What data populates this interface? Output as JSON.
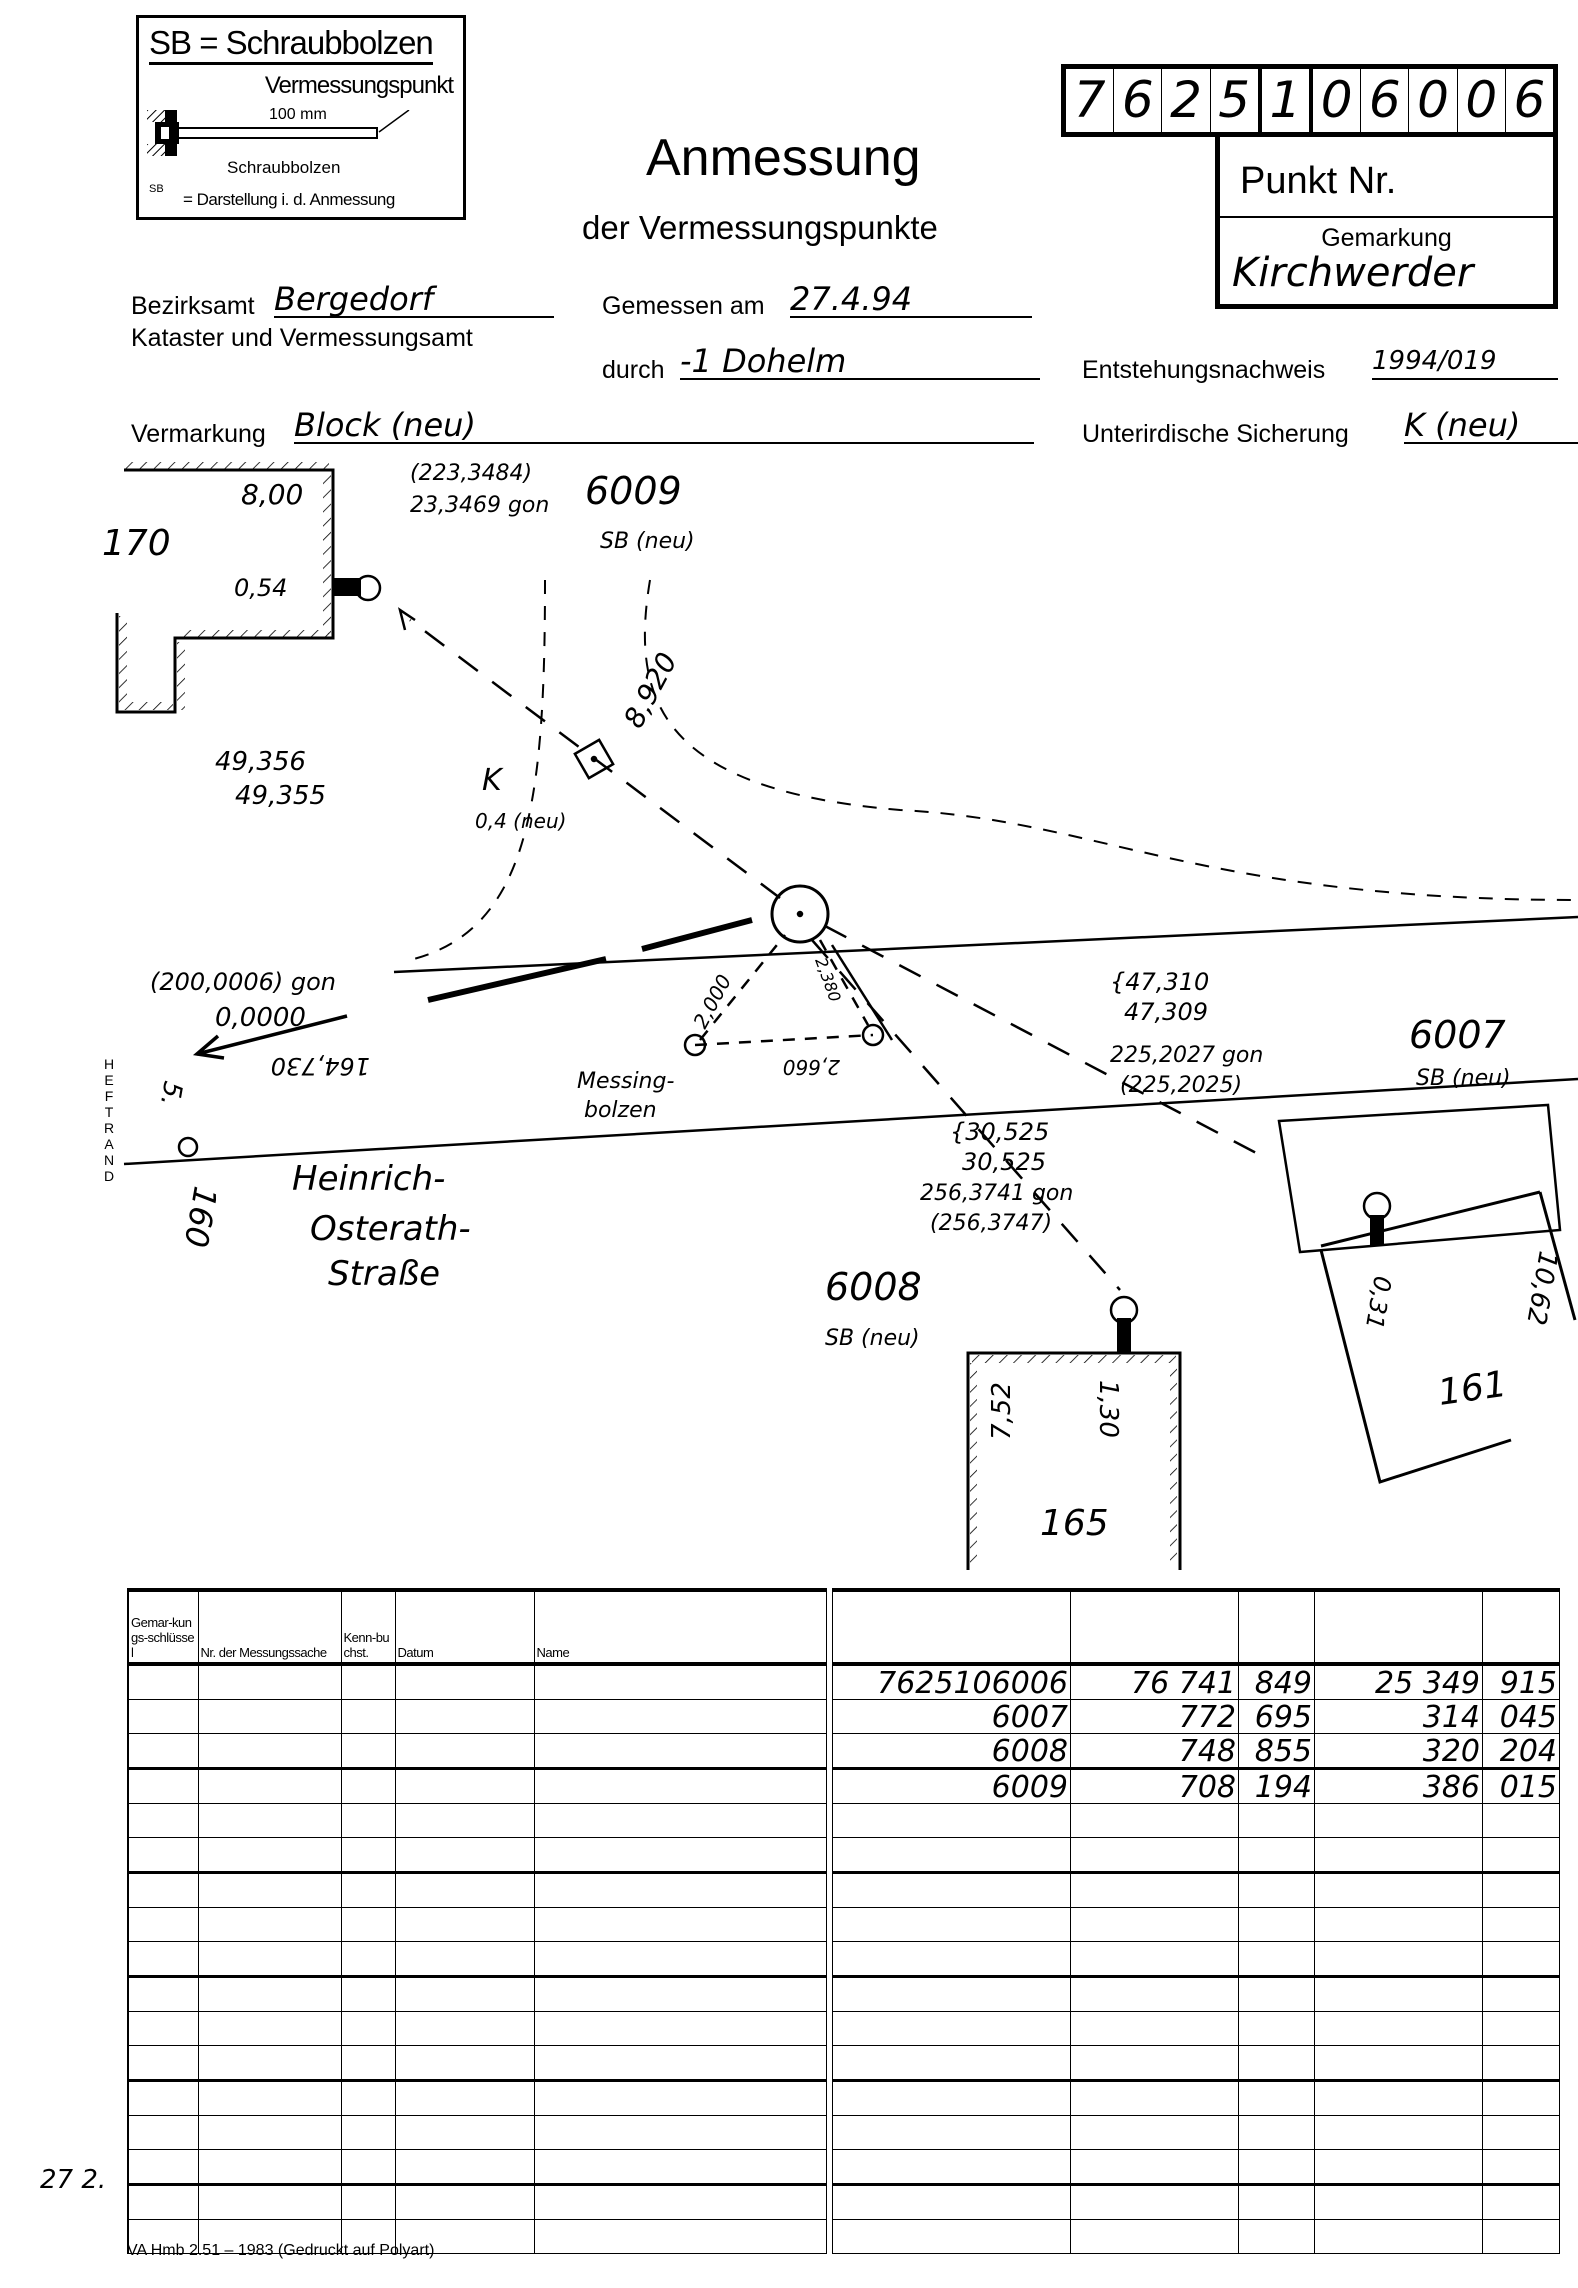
{
  "legend": {
    "title": "SB = Schraubbolzen",
    "vermessungspunkt": "Vermessungspunkt",
    "length": "100 mm",
    "schraubbolzen": "Schraubbolzen",
    "symbol_sb": "SB",
    "darstellung": "= Darstellung i. d. Anmessung"
  },
  "header": {
    "title": "Anmessung",
    "subtitle": "der Vermessungspunkte",
    "point_number_digits": [
      "7",
      "6",
      "2",
      "5",
      "1",
      "0",
      "6",
      "0",
      "0",
      "6"
    ],
    "punkt_nr_label": "Punkt Nr.",
    "gemarkung_label": "Gemarkung",
    "gemarkung_value": "Kirchwerder"
  },
  "form": {
    "bezirksamt_label": "Bezirksamt",
    "bezirksamt_value": "Bergedorf",
    "kataster_label": "Kataster und Vermessungsamt",
    "gemessen_label": "Gemessen am",
    "gemessen_value": "27.4.94",
    "durch_label": "durch",
    "durch_value": "-1 Dohelm",
    "entstehung_label": "Entstehungsnachweis",
    "entstehung_value": "1994/019",
    "vermarkung_label": "Vermarkung",
    "vermarkung_value": "Block (neu)",
    "sicherung_label": "Unterirdische Sicherung",
    "sicherung_value": "K (neu)"
  },
  "sketch": {
    "building_170": "170",
    "dim_800": "8,00",
    "dim_054": "0,54",
    "p6009": "6009",
    "p6009_type": "SB (neu)",
    "angle_6009_old": "(223,3484)",
    "angle_6009": "23,3469 gon",
    "dist_8920": "8,920",
    "dist_49356": "49,356",
    "dist_49355": "49,355",
    "k_label": "K",
    "k_value": "0,4 (neu)",
    "angle_200": "(200,0006) gon",
    "angle_0": "0,0000",
    "dist_164730": "164,730",
    "dist_2000": "2,000",
    "dist_2660": "2,660",
    "dist_2380": "2,380",
    "messing_1": "Messing-",
    "messing_2": "bolzen",
    "street_1": "Heinrich-",
    "street_2": "Osterath-",
    "street_3": "Straße",
    "building_160": "160",
    "mark_5": "5.",
    "heftrand": "HEFTRAND",
    "p6007": "6007",
    "p6007_type": "SB (neu)",
    "dist_47310": "{47,310",
    "dist_47309": "47,309",
    "angle_6007": "225,2027 gon",
    "angle_6007_old": "(225,2025)",
    "p6008": "6008",
    "p6008_type": "SB (neu)",
    "dist_30525a": "{30,525",
    "dist_30525b": "30,525",
    "angle_6008": "256,3741 gon",
    "angle_6008_old": "(256,3747)",
    "dim_752": "7,52",
    "dim_130": "1,30",
    "building_165": "165",
    "dim_031": "0,31",
    "dim_1062": "10,62",
    "building_161": "161"
  },
  "left_table": {
    "headers": [
      "Gemar-kungs-schlüssel",
      "Nr. der Messungssache",
      "Kenn-buchst.",
      "Datum",
      "Name"
    ],
    "row_count": 17
  },
  "right_table": {
    "headers": [
      "",
      "",
      "",
      "",
      ""
    ],
    "rows": [
      [
        "7625106006",
        "76 741",
        "849",
        "25 349",
        "915"
      ],
      [
        "6007",
        "772",
        "695",
        "314",
        "045"
      ],
      [
        "6008",
        "748",
        "855",
        "320",
        "204"
      ],
      [
        "6009",
        "708",
        "194",
        "386",
        "015"
      ]
    ],
    "row_count": 17
  },
  "footer": {
    "form_id": "VA Hmb 2.51 – 1983 (Gedruckt auf Polyart)",
    "margin_note": "27 2."
  }
}
